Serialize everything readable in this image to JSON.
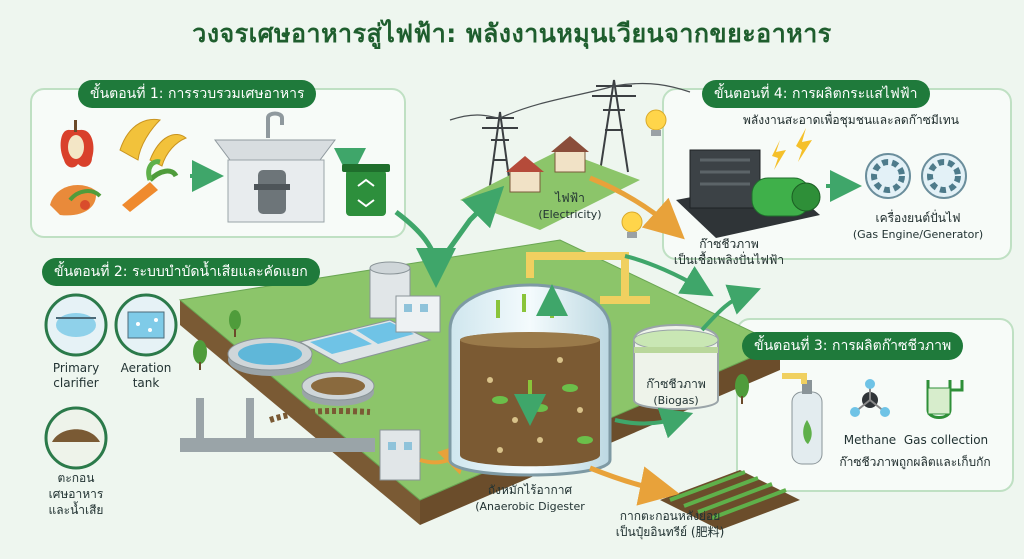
{
  "title": "วงจรเศษอาหารสู่ไฟฟ้า: พลังงานหมุนเวียนจากขยะอาหาร",
  "steps": {
    "step1": "ขั้นตอนที่ 1: การรวบรวมเศษอาหาร",
    "step2": "ขั้นตอนที่ 2: ระบบบำบัดน้ำเสียและคัดแยก",
    "step3": "ขั้นตอนที่ 3: การผลิตก๊าซชีวภาพ",
    "step4": "ขั้นตอนที่ 4: การผลิตกระแสไฟฟ้า"
  },
  "step4_subtitle": "พลังงานสะอาดเพื่อชุมชนและลดก๊าซมีเทน",
  "labels": {
    "electricity_th": "ไฟฟ้า",
    "electricity_en": "(Electricity)",
    "biogas_fuel_line1": "ก๊าซชีวภาพ",
    "biogas_fuel_line2": "เป็นเชื้อเพลิงปั่นไฟฟ้า",
    "generator_th": "เครื่องยนต์ปั่นไฟ",
    "generator_en": "(Gas Engine/Generator)",
    "primary_line1": "Primary",
    "primary_line2": "clarifier",
    "aeration_line1": "Aeration",
    "aeration_line2": "tank",
    "sludge_line1": "ตะกอน",
    "sludge_line2": "เศษอาหาร",
    "sludge_line3": "และน้ำเสีย",
    "biogas_tank_th": "ก๊าซชีวภาพ",
    "biogas_tank_en": "(Biogas)",
    "digester_th": "ถังหมักไร้อากาศ",
    "digester_en": "(Anaerobic Digester",
    "fertilizer_line1": "กากตะกอนหลังย่อย",
    "fertilizer_line2": "เป็นปุ๋ยอินทรีย์ (肥料)",
    "methane": "Methane",
    "gas_collection": "Gas collection",
    "collected_caption": "ก๊าซชีวภาพถูกผลิตและเก็บกัก"
  },
  "colors": {
    "accent_green": "#1f7a3b",
    "title_green": "#1f5e2e",
    "arrow_green": "#3fa66a",
    "arrow_orange": "#e8a23a",
    "pipe_yellow": "#f0d060"
  }
}
